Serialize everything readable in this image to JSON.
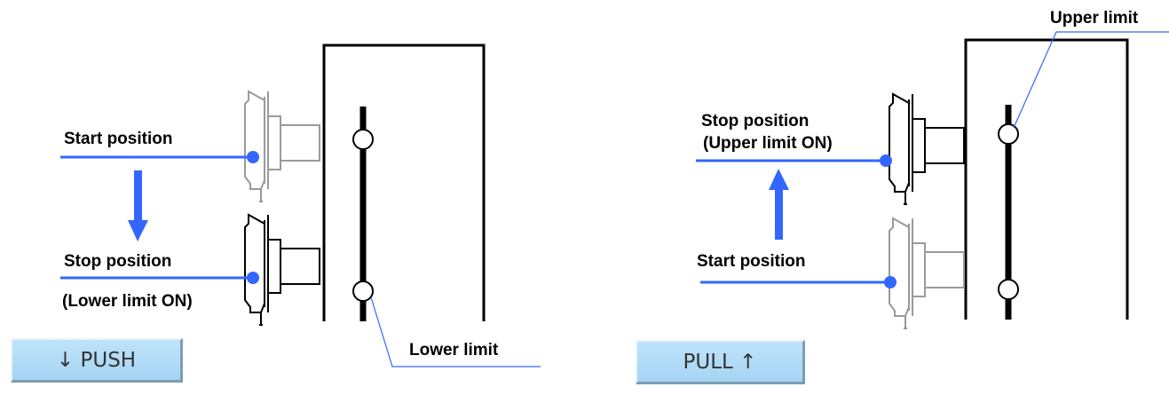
{
  "left_panel": {
    "start_label": "Start position",
    "stop_label": "Stop position",
    "stop_sub_label": "(Lower limit ON)",
    "limit_label": "Lower limit",
    "button_label": "↓ PUSH"
  },
  "right_panel": {
    "limit_label": "Upper limit",
    "stop_label": "Stop position",
    "stop_sub_label": "(Upper limit ON)",
    "start_label": "Start position",
    "button_label": "PULL ↑"
  },
  "colors": {
    "accent_blue": "#3366ff",
    "ghost_gray": "#9a9a9a",
    "button_face": "#a9d6f5"
  }
}
